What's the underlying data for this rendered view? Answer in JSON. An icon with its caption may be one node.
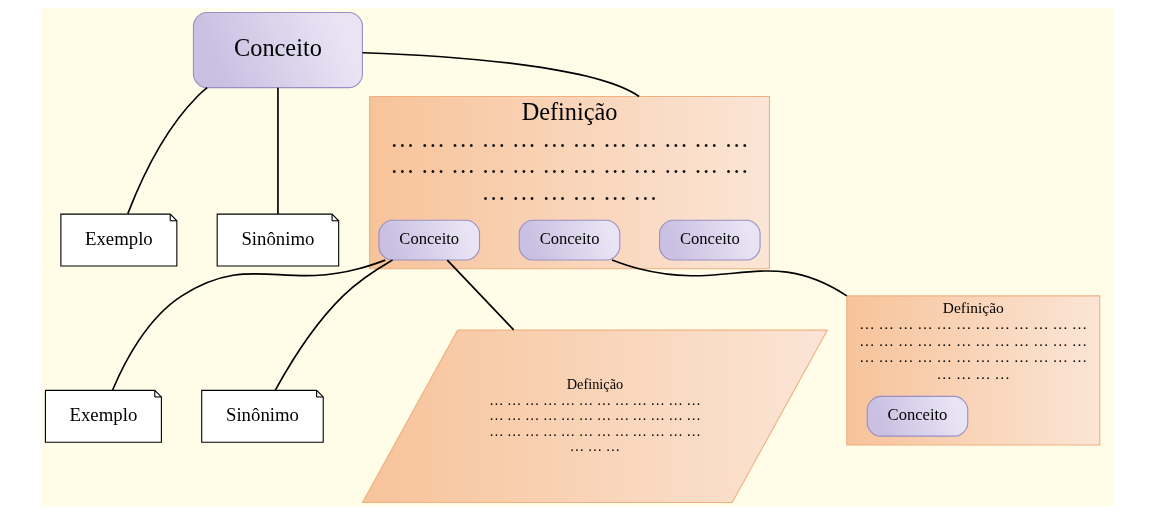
{
  "diagram": {
    "nodes": [
      {
        "text": [
          "Conceito"
        ]
      },
      {
        "text": [
          "Exemplo"
        ]
      },
      {
        "text": [
          "Sinônimo"
        ]
      },
      {
        "text": [
          "Definição",
          "… … … … … … … … … … … … … … … … … … … … … … … … … … … … … …"
        ]
      },
      {
        "text": [
          "Conceito"
        ],
        "in": 3
      },
      {
        "text": [
          "Conceito"
        ],
        "in": 3
      },
      {
        "text": [
          "Conceito"
        ],
        "in": 3
      },
      {
        "text": [
          "Exemplo"
        ]
      },
      {
        "text": [
          "Sinônimo"
        ]
      },
      {
        "text": [
          "Definição",
          "… … … … … … … … … … … … … … … … … … … … … … … … … … … … … … … … … … … … … … … …"
        ]
      },
      {
        "text": [
          "Conceito"
        ],
        "in": 9
      },
      {
        "text": [
          "Definição",
          "… … … … … … … … … … … … … … … … … … … … … … … … … … … … … … … … … … … … … … …"
        ]
      }
    ],
    "edges": [
      {
        "from": 0,
        "to": 1,
        "arrow": "none"
      },
      {
        "from": 0,
        "to": 2,
        "arrow": "none"
      },
      {
        "from": 0,
        "to": 3,
        "arrow": "none"
      },
      {
        "from": 6,
        "to": 9,
        "arrow": "none"
      },
      {
        "from": 5,
        "to": 7,
        "arrow": "none"
      },
      {
        "from": 5,
        "to": 11,
        "arrow": "none"
      },
      {
        "from": 5,
        "to": 8,
        "arrow": "none"
      }
    ]
  }
}
